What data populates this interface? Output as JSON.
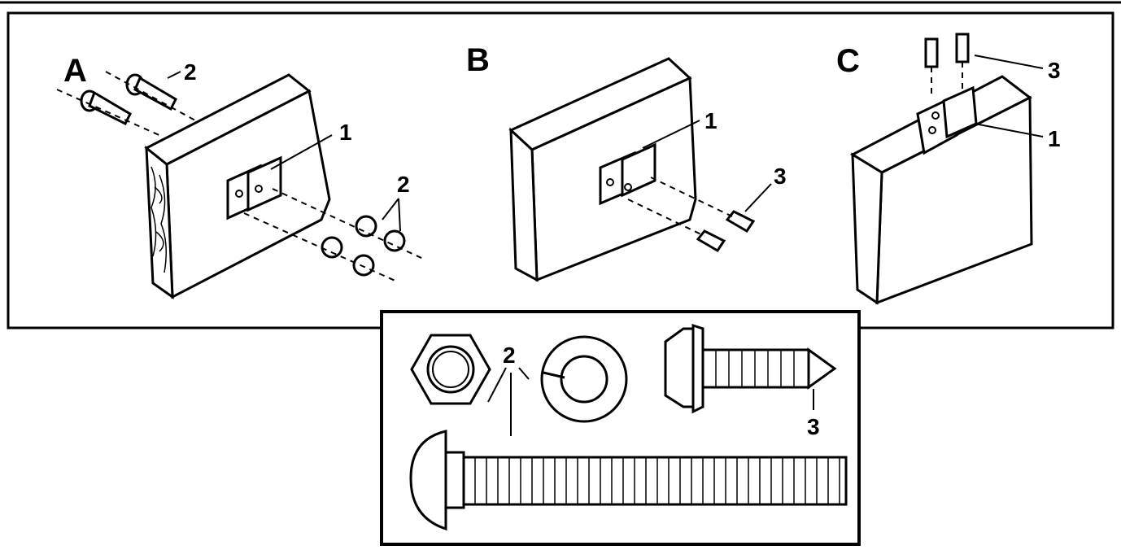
{
  "panels": {
    "a": {
      "letter": "A",
      "callouts": {
        "bracket": "1",
        "bolts": "2",
        "nuts": "2"
      }
    },
    "b": {
      "letter": "B",
      "callouts": {
        "bracket": "1",
        "screws": "3"
      }
    },
    "c": {
      "letter": "C",
      "callouts": {
        "screws": "3",
        "bracket": "1"
      }
    }
  },
  "hardware_inset": {
    "callouts": {
      "nut_washer_bolt": "2",
      "lag_screw": "3"
    }
  }
}
